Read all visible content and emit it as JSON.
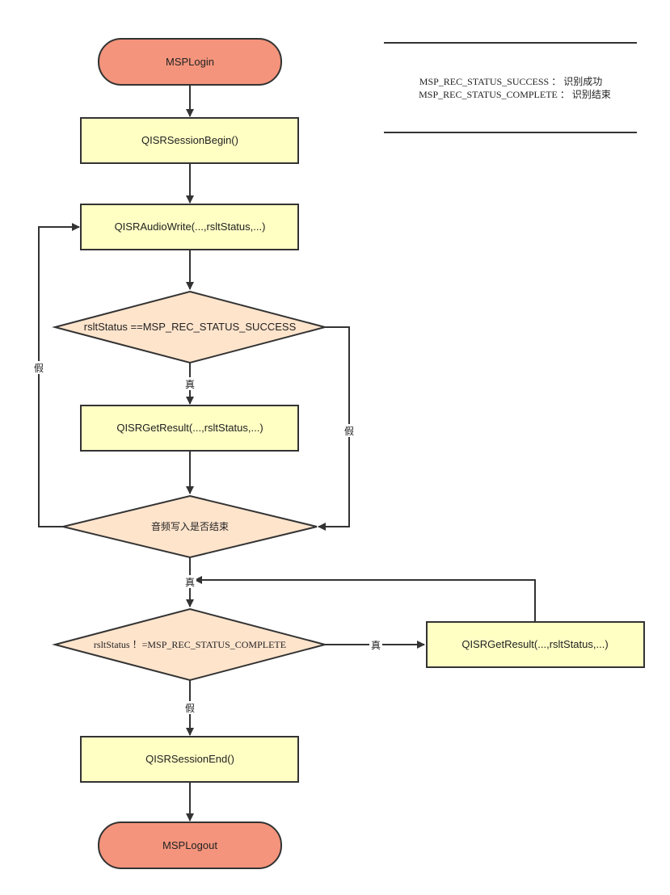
{
  "nodes": {
    "start": "MSPLogin",
    "session_begin": "QISRSessionBegin()",
    "audio_write": "QISRAudioWrite(...,rsltStatus,...)",
    "cond_success": "rsltStatus ==MSP_REC_STATUS_SUCCESS",
    "get_result_1": "QISRGetResult(...,rsltStatus,...)",
    "cond_audio_end": "音频写入是否结束",
    "cond_complete": "rsltStatus ！=MSP_REC_STATUS_COMPLETE",
    "get_result_2": "QISRGetResult(...,rsltStatus,...)",
    "session_end": "QISRSessionEnd()",
    "end": "MSPLogout"
  },
  "edge_labels": {
    "true": "真",
    "false": "假"
  },
  "legend": {
    "line1": "MSP_REC_STATUS_SUCCESS ： 识别成功",
    "line2": "MSP_REC_STATUS_COMPLETE ： 识别结束"
  },
  "colors": {
    "terminal_fill": "#f4947c",
    "process_fill": "#ffffc4",
    "decision_fill": "#ffe4cc",
    "stroke": "#333333"
  }
}
